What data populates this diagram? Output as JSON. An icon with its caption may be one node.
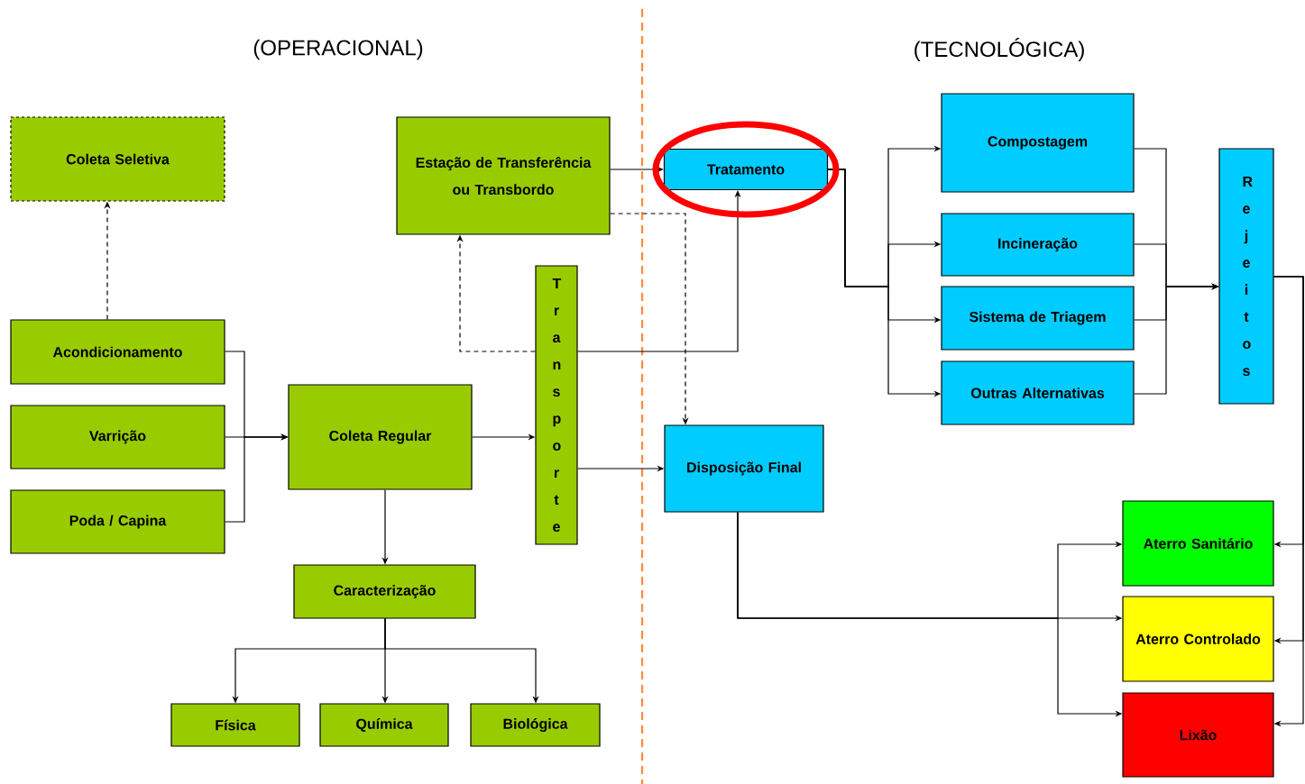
{
  "diagram": {
    "nodes": [
      {
        "text": [
          "Coleta Seletiva"
        ]
      },
      {
        "text": [
          "Estação de Transferência ou Transbordo"
        ]
      },
      {
        "text": [
          "Tratamento"
        ]
      },
      {
        "text": [
          "Compostagem"
        ]
      },
      {
        "text": [
          "Incineração"
        ]
      },
      {
        "text": [
          "Sistema de Triagem"
        ]
      },
      {
        "text": [
          "Outras Alternativas"
        ]
      },
      {
        "text": [
          "Rejeitos"
        ]
      },
      {
        "text": [
          "Acondicionamento"
        ]
      },
      {
        "text": [
          "Varrição"
        ]
      },
      {
        "text": [
          "Poda / Capina"
        ]
      },
      {
        "text": [
          "Coleta Regular"
        ]
      },
      {
        "text": [
          "Transporte"
        ]
      },
      {
        "text": [
          "Disposição Final"
        ]
      },
      {
        "text": [
          "Aterro Sanitário"
        ]
      },
      {
        "text": [
          "Aterro Controlado"
        ]
      },
      {
        "text": [
          "Lixão"
        ]
      },
      {
        "text": [
          "Caracterização"
        ]
      },
      {
        "text": [
          "Física"
        ]
      },
      {
        "text": [
          "Química"
        ]
      },
      {
        "text": [
          "Biológica"
        ]
      }
    ],
    "edges": [
      {
        "from": 8,
        "to": 0,
        "arrow": "to",
        "style": "dashed"
      },
      {
        "from": 8,
        "to": 11,
        "arrow": "to"
      },
      {
        "from": 9,
        "to": 11,
        "arrow": "to"
      },
      {
        "from": 10,
        "to": 11,
        "arrow": "to"
      },
      {
        "from": 11,
        "to": 12,
        "arrow": "to"
      },
      {
        "from": 11,
        "to": 17,
        "arrow": "to"
      },
      {
        "from": 17,
        "to": 18,
        "arrow": "to"
      },
      {
        "from": 17,
        "to": 19,
        "arrow": "to"
      },
      {
        "from": 17,
        "to": 20,
        "arrow": "to"
      },
      {
        "from": 12,
        "to": 1,
        "arrow": "to",
        "style": "dashed"
      },
      {
        "from": 12,
        "to": 2,
        "arrow": "to"
      },
      {
        "from": 12,
        "to": 13,
        "arrow": "to"
      },
      {
        "from": 1,
        "to": 2,
        "arrow": "to"
      },
      {
        "from": 1,
        "to": 13,
        "arrow": "to",
        "style": "dashed"
      },
      {
        "from": 2,
        "to": 3,
        "arrow": "to"
      },
      {
        "from": 2,
        "to": 4,
        "arrow": "to"
      },
      {
        "from": 2,
        "to": 5,
        "arrow": "to"
      },
      {
        "from": 2,
        "to": 6,
        "arrow": "to"
      },
      {
        "from": 3,
        "to": 7,
        "arrow": "to"
      },
      {
        "from": 4,
        "to": 7,
        "arrow": "to"
      },
      {
        "from": 5,
        "to": 7,
        "arrow": "to"
      },
      {
        "from": 6,
        "to": 7,
        "arrow": "to"
      },
      {
        "from": 7,
        "to": 14,
        "arrow": "to"
      },
      {
        "from": 7,
        "to": 15,
        "arrow": "to"
      },
      {
        "from": 7,
        "to": 16,
        "arrow": "to"
      },
      {
        "from": 13,
        "to": 14,
        "arrow": "to"
      },
      {
        "from": 13,
        "to": 15,
        "arrow": "to"
      },
      {
        "from": 13,
        "to": 16,
        "arrow": "to"
      }
    ],
    "labels": [
      "(OPERACIONAL)",
      "(TECNOLÓGICA)"
    ]
  }
}
